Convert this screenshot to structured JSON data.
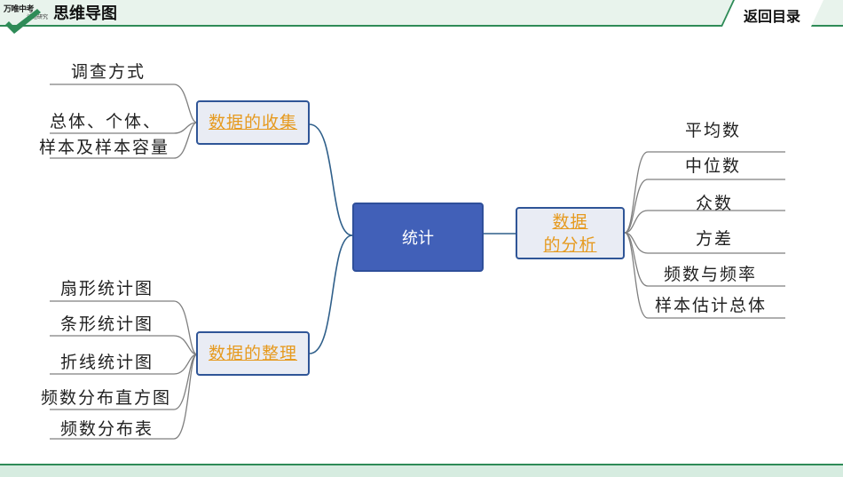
{
  "header": {
    "logo_text": "万唯中考",
    "logo_sub": "试题研究",
    "title": "思维导图",
    "back_label": "返回目录"
  },
  "mindmap": {
    "center": "统计",
    "branches": {
      "collect": {
        "label": "数据的收集",
        "leaves": [
          "调查方式",
          "总体、个体、",
          "样本及样本容量"
        ]
      },
      "organize": {
        "label": "数据的整理",
        "leaves": [
          "扇形统计图",
          "条形统计图",
          "折线统计图",
          "频数分布直方图",
          "频数分布表"
        ]
      },
      "analyze": {
        "label_line1": "数据",
        "label_line2": "的分析",
        "leaves": [
          "平均数",
          "中位数",
          "众数",
          "方差",
          "频数与频率",
          "样本估计总体"
        ]
      }
    }
  },
  "colors": {
    "connector": "#2f5f8a",
    "leaf_line": "#7f7f7f",
    "center_fill": "#4160b8",
    "link_text": "#e69a1f",
    "header_band": "#e8f3ec",
    "accent_green": "#2e8b57"
  }
}
